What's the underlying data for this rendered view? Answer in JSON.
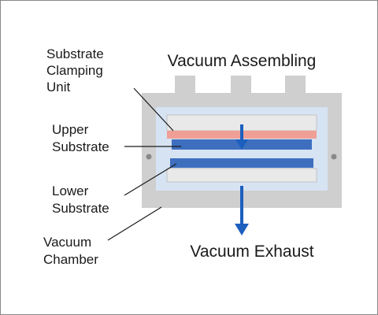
{
  "title": "Vacuum Assembling",
  "labels": {
    "clamping_line1": "Substrate",
    "clamping_line2": "Clamping",
    "clamping_line3": "Unit",
    "upper_line1": "Upper",
    "upper_line2": "Substrate",
    "lower_line1": "Lower",
    "lower_line2": "Substrate",
    "chamber_line1": "Vacuum",
    "chamber_line2": "Chamber"
  },
  "exhaust_label": "Vacuum Exhaust",
  "colors": {
    "frame_border": "#888888",
    "chamber_gray": "#cfcfcf",
    "chamber_inner": "#d6e3f3",
    "clamp_plate": "#e9e9e9",
    "upper_substrate_pink": "#ef9f96",
    "substrate_blue": "#3e6fbf",
    "arrow_blue": "#1d5fbe",
    "bolt_gray": "#888888",
    "leader_line": "#1a1a1a"
  }
}
